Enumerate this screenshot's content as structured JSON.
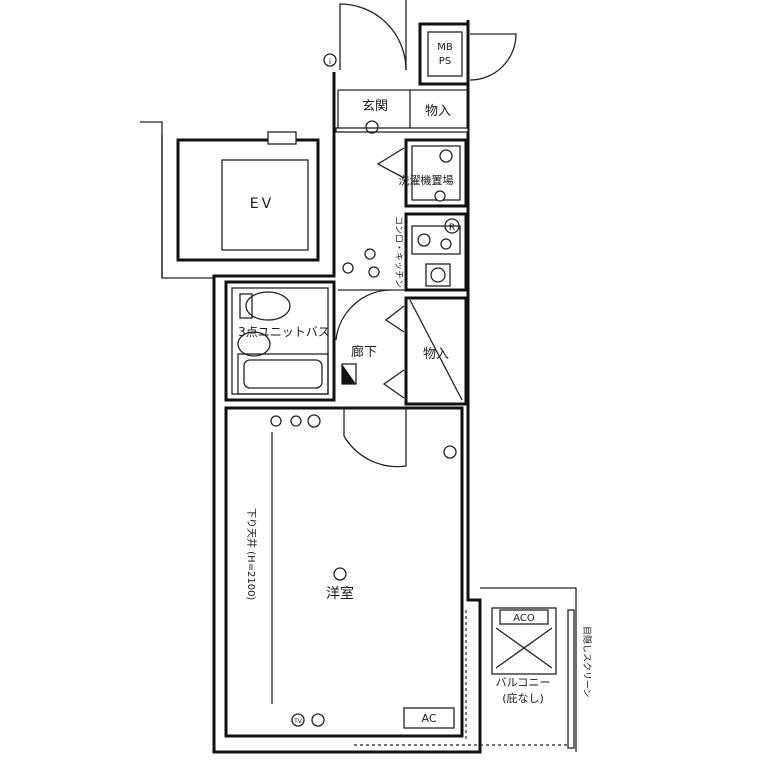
{
  "floorplan": {
    "rooms": {
      "entrance": "玄関",
      "storage_entrance": "物入",
      "laundry": "洗濯機置場",
      "kitchen": "コンロ・キッチン",
      "bath": "3点ユニットバス",
      "corridor": "廊下",
      "storage_corridor": "物入",
      "western_room": "洋室",
      "balcony_line1": "バルコニー",
      "balcony_line2": "(庇なし)"
    },
    "labels": {
      "elevator": "EV",
      "meter_box_top": "MB",
      "meter_box_bottom": "PS",
      "air_conditioner": "AC",
      "outdoor_unit": "ACO",
      "ceiling_note": "下り天井 (H=2100)",
      "screen_note": "目隠しスクリーン",
      "tv_outlet": "TV",
      "fridge_mark": "R"
    }
  }
}
